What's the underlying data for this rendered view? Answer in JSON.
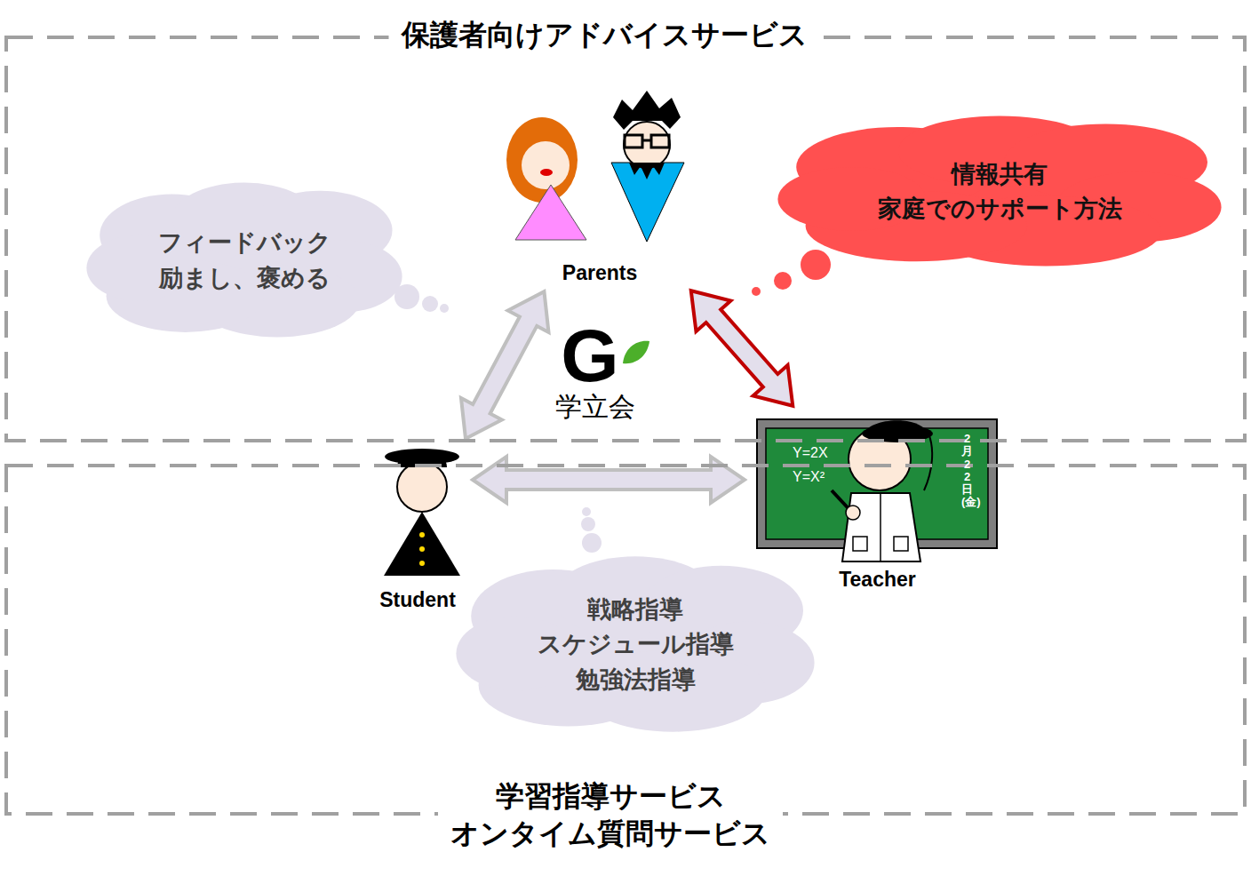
{
  "diagram": {
    "nodes": [
      {
        "text": [
          "保護者向けアドバイスサービス"
        ]
      },
      {
        "text": [
          "学習指導サービス オンタイム質問サービス"
        ]
      },
      {
        "text": [
          "Parents"
        ],
        "in": 0
      },
      {
        "text": [
          "G",
          "学立会"
        ],
        "in": 0
      },
      {
        "text": [
          "Teacher"
        ]
      },
      {
        "text": [
          "Student"
        ],
        "in": 1
      },
      {
        "text": [
          "フィードバック 励まし、褒める"
        ],
        "in": 0
      },
      {
        "text": [
          "情報共有 家庭でのサポート方法"
        ],
        "in": 0
      },
      {
        "text": [
          "戦略指導 スケジュール指導 勉強法指導"
        ],
        "in": 1
      }
    ],
    "edges": [
      {
        "from": 5,
        "to": 2,
        "arrow": "both"
      },
      {
        "from": 2,
        "to": 4,
        "arrow": "both"
      },
      {
        "from": 5,
        "to": 4,
        "arrow": "both"
      }
    ],
    "labels": [
      "Y=2X",
      "Y=X²",
      "2月22日(金)"
    ]
  }
}
